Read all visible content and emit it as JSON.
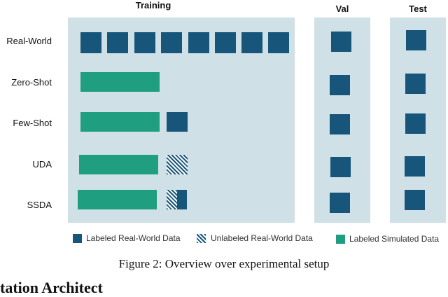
{
  "columns": {
    "training": "Training",
    "val": "Val",
    "test": "Test"
  },
  "rows": [
    "Real-World",
    "Zero-Shot",
    "Few-Shot",
    "UDA",
    "SSDA"
  ],
  "legend": {
    "labeled_real": "Labeled Real-World Data",
    "unlabeled_real": "Unlabeled Real-World Data",
    "labeled_sim": "Labeled Simulated Data"
  },
  "colors": {
    "panel": "#cfe0e6",
    "labeled_real": "#17567a",
    "labeled_sim": "#1f9e80"
  },
  "caption": "Figure 2: Overview over experimental setup",
  "partial_heading": "tation Architect"
}
